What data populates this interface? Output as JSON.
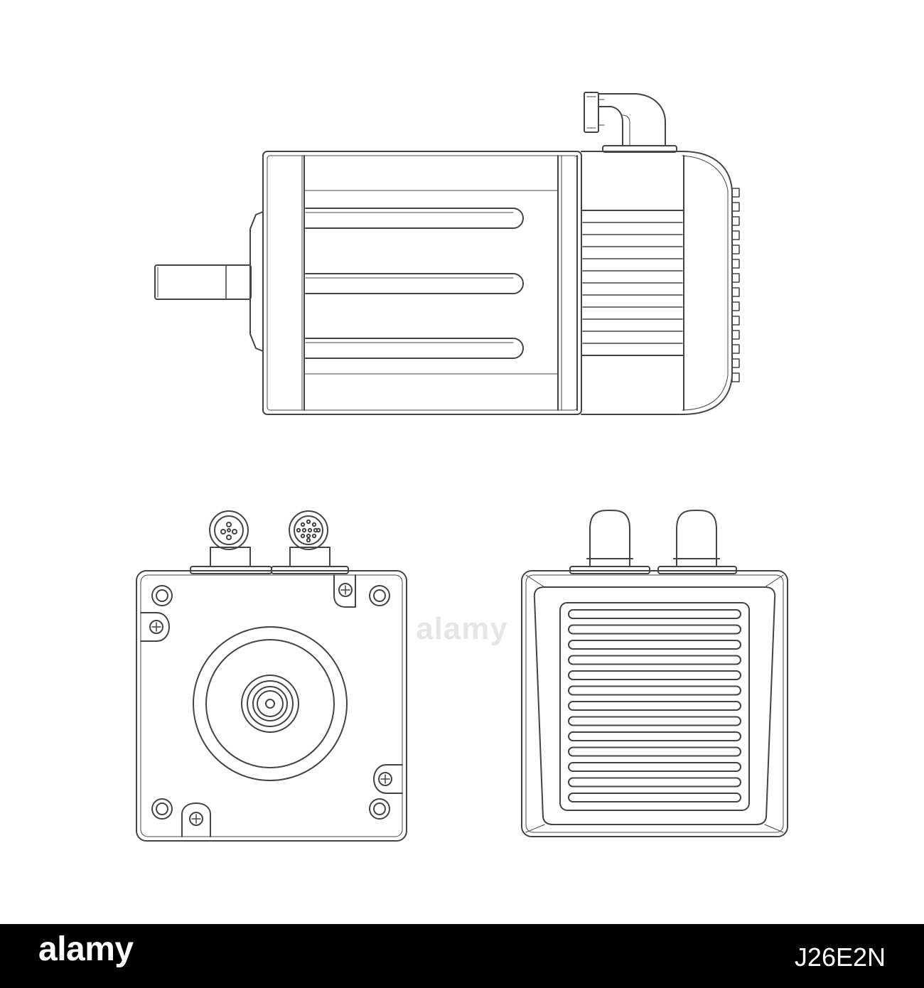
{
  "colors": {
    "stroke": "#444444",
    "background": "#ffffff",
    "footer_background": "#000000",
    "footer_text": "#ffffff",
    "watermark": "#c8c8c8"
  },
  "figures": [
    {
      "id": "side-view",
      "description_visible": false
    },
    {
      "id": "front-view",
      "description_visible": false
    },
    {
      "id": "rear-view",
      "description_visible": false
    }
  ],
  "watermark": {
    "text": "alamy"
  },
  "footer": {
    "logo": "alamy",
    "image_id": "J26E2N"
  }
}
